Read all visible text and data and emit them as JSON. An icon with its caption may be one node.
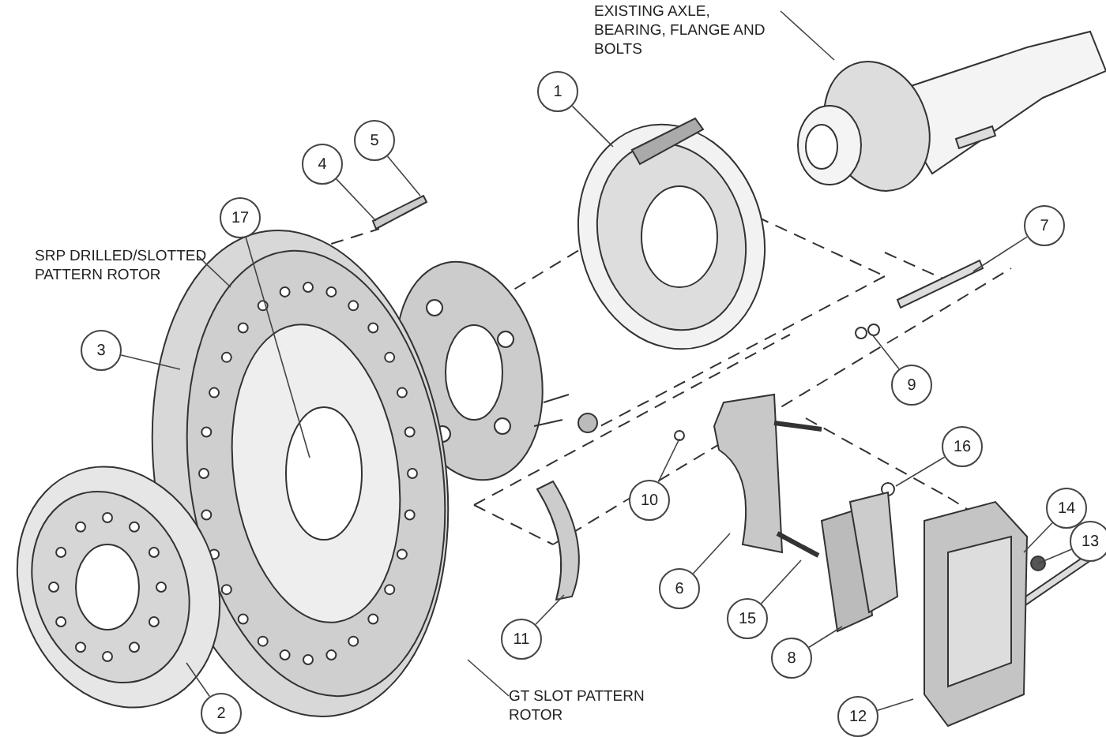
{
  "diagram": {
    "nodes": [
      {
        "text": [
          "EXISTING AXLE, BEARING, FLANGE AND BOLTS"
        ]
      },
      {
        "text": [
          "1"
        ]
      },
      {
        "text": [
          "5"
        ]
      },
      {
        "text": [
          "4"
        ]
      },
      {
        "text": [
          "17"
        ]
      },
      {
        "text": [
          "SRP DRILLED/SLOTTED PATTERN ROTOR"
        ]
      },
      {
        "text": [
          "7"
        ]
      },
      {
        "text": [
          "3"
        ]
      },
      {
        "text": [
          "9"
        ]
      },
      {
        "text": [
          "16"
        ]
      },
      {
        "text": [
          "10"
        ]
      },
      {
        "text": [
          "14"
        ]
      },
      {
        "text": [
          "13"
        ]
      },
      {
        "text": [
          "6"
        ]
      },
      {
        "text": [
          "15"
        ]
      },
      {
        "text": [
          "11"
        ]
      },
      {
        "text": [
          "8"
        ]
      },
      {
        "text": [
          "2"
        ]
      },
      {
        "text": [
          "GT SLOT PATTERN ROTOR"
        ]
      },
      {
        "text": [
          "12"
        ]
      }
    ],
    "edges": [
      {
        "from": 0,
        "to": null,
        "arrow": "none"
      },
      {
        "from": 1,
        "to": null,
        "arrow": "none"
      },
      {
        "from": 2,
        "to": null,
        "arrow": "none"
      },
      {
        "from": 3,
        "to": null,
        "arrow": "none"
      },
      {
        "from": 4,
        "to": null,
        "arrow": "none"
      },
      {
        "from": 5,
        "to": null,
        "arrow": "none"
      },
      {
        "from": 6,
        "to": null,
        "arrow": "none"
      },
      {
        "from": 7,
        "to": null,
        "arrow": "none"
      },
      {
        "from": 8,
        "to": null,
        "arrow": "none"
      },
      {
        "from": 9,
        "to": null,
        "arrow": "none"
      },
      {
        "from": 10,
        "to": null,
        "arrow": "none"
      },
      {
        "from": 11,
        "to": null,
        "arrow": "none"
      },
      {
        "from": 12,
        "to": null,
        "arrow": "none"
      },
      {
        "from": 13,
        "to": null,
        "arrow": "none"
      },
      {
        "from": 14,
        "to": null,
        "arrow": "none"
      },
      {
        "from": 15,
        "to": null,
        "arrow": "none"
      },
      {
        "from": 16,
        "to": null,
        "arrow": "none"
      },
      {
        "from": 17,
        "to": null,
        "arrow": "none"
      },
      {
        "from": 18,
        "to": null,
        "arrow": "none"
      },
      {
        "from": 19,
        "to": null,
        "arrow": "none"
      }
    ]
  }
}
